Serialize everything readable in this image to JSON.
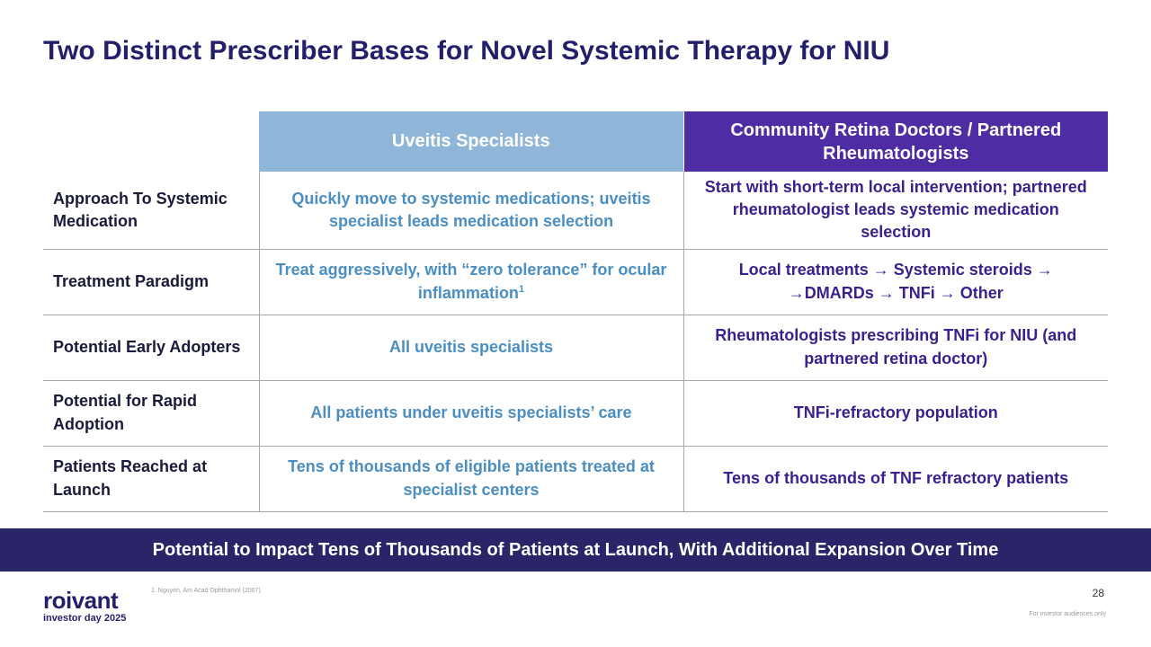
{
  "title": "Two Distinct Prescriber Bases for Novel Systemic Therapy for NIU",
  "table": {
    "columns": [
      "Uveitis Specialists",
      "Community Retina Doctors / Partnered Rheumatologists"
    ],
    "rows": [
      {
        "label": "Approach To Systemic Medication",
        "uveitis": "Quickly move to systemic medications; uveitis specialist leads medication selection",
        "community": "Start with short-term local intervention; partnered rheumatologist leads systemic medication selection"
      },
      {
        "label": "Treatment Paradigm",
        "uveitis": "Treat aggressively, with “zero tolerance” for ocular inflammation",
        "uveitis_sup": "1",
        "community": "Local treatments → Systemic steroids → →DMARDs → TNFi → Other"
      },
      {
        "label": "Potential Early Adopters",
        "uveitis": "All uveitis specialists",
        "community": "Rheumatologists prescribing TNFi for NIU (and partnered retina doctor)"
      },
      {
        "label": "Potential for Rapid Adoption",
        "uveitis": "All patients under uveitis specialists’ care",
        "community": "TNFi-refractory population"
      },
      {
        "label": "Patients Reached at Launch",
        "uveitis": "Tens of thousands of eligible patients treated at specialist centers",
        "community": "Tens of thousands of TNF refractory patients"
      }
    ]
  },
  "banner": "Potential to Impact Tens of Thousands of Patients at Launch, With Additional Expansion Over Time",
  "footer": {
    "logo_word": "roivant",
    "logo_sub": "investor day 2025",
    "footnote": "1. Nguyen, Am Acad Ophthamol (2007)",
    "page_number": "28",
    "disclaimer": "For investor audiences only"
  },
  "colors": {
    "title": "#241f6b",
    "uveitis_header": "#8fb6d9",
    "community_header": "#4e2ca4",
    "uveitis_text": "#4a8ec2",
    "community_text": "#3b1f8f",
    "banner": "#2a2468"
  }
}
